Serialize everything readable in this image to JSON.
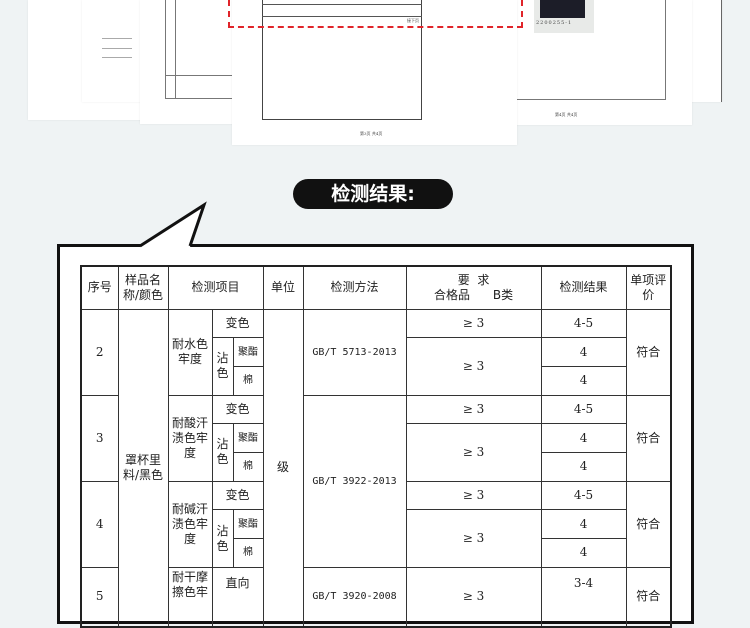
{
  "background_docs": {
    "page3_footer": "第3页 共4页",
    "page4_footer": "第4页 共4页",
    "continued": "接下页",
    "sample_tag": "2200255-1",
    "highlight_color": "#e0242a"
  },
  "title": "检测结果:",
  "table": {
    "headers": {
      "no": "序号",
      "sample": "样品名称/颜色",
      "item": "检测项目",
      "unit": "单位",
      "method": "检测方法",
      "req_title": "要  求",
      "req_sub": "合格品      B类",
      "result": "检测结果",
      "eval": "单项评价"
    },
    "sample": "罩杯里料/黑色",
    "unit": "级",
    "groups": [
      {
        "no": "2",
        "item": "耐水色牢度",
        "method": "GB/T 5713-2013",
        "change": "变色",
        "stain": "沾色",
        "polyester": "聚酯",
        "cotton": "棉",
        "req1": "≥ 3",
        "req2": "≥ 3",
        "results": [
          "4-5",
          "4",
          "4"
        ],
        "eval": "符合"
      },
      {
        "no": "3",
        "item": "耐酸汗渍色牢度",
        "method": "GB/T 3922-2013",
        "change": "变色",
        "stain": "沾色",
        "polyester": "聚酯",
        "cotton": "棉",
        "req1": "≥ 3",
        "req2": "≥ 3",
        "results": [
          "4-5",
          "4",
          "4"
        ],
        "eval": "符合"
      },
      {
        "no": "4",
        "item": "耐碱汗渍色牢度",
        "change": "变色",
        "stain": "沾色",
        "polyester": "聚酯",
        "cotton": "棉",
        "req1": "≥ 3",
        "req2": "≥ 3",
        "results": [
          "4-5",
          "4",
          "4"
        ],
        "eval": "符合"
      },
      {
        "no": "5",
        "item": "耐干摩擦色牢",
        "method": "GB/T 3920-2008",
        "change": "直向",
        "req1": "≥ 3",
        "results": [
          "3-4"
        ],
        "eval": "符合"
      }
    ]
  }
}
